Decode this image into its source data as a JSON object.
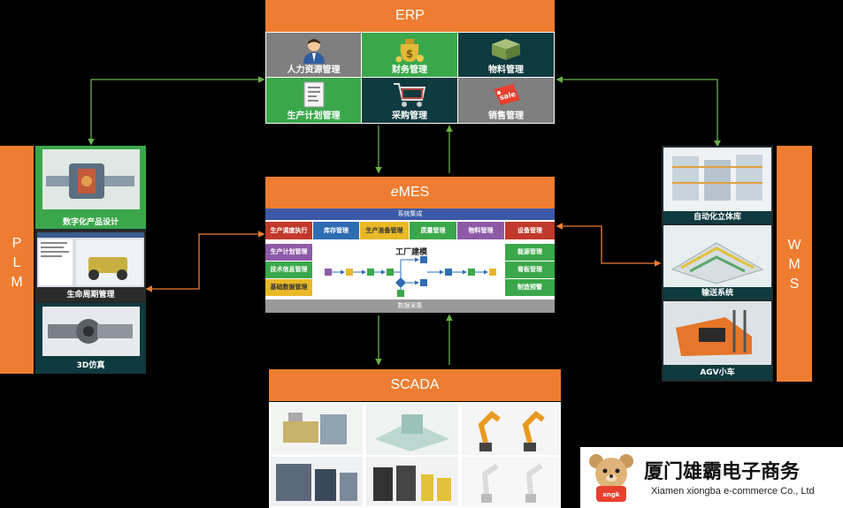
{
  "erp": {
    "title": "ERP",
    "modules": [
      {
        "label": "人力资源管理",
        "icon": "person-icon"
      },
      {
        "label": "财务管理",
        "icon": "money-bag-icon"
      },
      {
        "label": "物料管理",
        "icon": "material-box-icon"
      },
      {
        "label": "生产计划管理",
        "icon": "document-icon"
      },
      {
        "label": "采购管理",
        "icon": "shopping-cart-icon"
      },
      {
        "label": "销售管理",
        "icon": "sale-tag-icon"
      }
    ]
  },
  "emes": {
    "title_prefix": "e",
    "title_suffix": "MES",
    "top_bar": "系统集成",
    "bottom_bar": "数据采集",
    "center_title": "工厂建模",
    "top_tabs": [
      "生产调度执行",
      "库存管理",
      "生产准备管理",
      "质量管理",
      "物料管理",
      "设备管理"
    ],
    "left_tabs": [
      "生产计划管理",
      "技术信息管理",
      "基础数据管理"
    ],
    "right_tabs": [
      "能源管理",
      "看板管理",
      "制造预警"
    ]
  },
  "plm": {
    "label_chars": [
      "P",
      "L",
      "M"
    ],
    "panels": [
      "数字化产品设计",
      "生命周期管理",
      "3D仿真"
    ]
  },
  "wms": {
    "label_chars": [
      "W",
      "M",
      "S"
    ],
    "panels": [
      "自动化立体库",
      "输送系统",
      "AGV小车"
    ]
  },
  "scada": {
    "title": "SCADA"
  },
  "brand": {
    "name_cn": "厦门雄霸电子商务",
    "name_en": "Xiamen xiongba e-commerce Co., Ltd",
    "mascot_text": "xngk"
  },
  "colors": {
    "orange": "#ee7d31",
    "arrow_green": "#6ab04c",
    "dark_teal": "#0f3a3f",
    "grey_tile": "#7f7f7f",
    "green_tile": "#3aa84a"
  }
}
